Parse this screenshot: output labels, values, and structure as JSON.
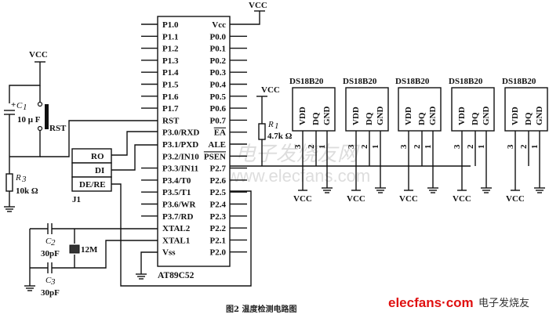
{
  "mcu": {
    "name": "AT89C52",
    "left_pins": [
      "P1.0",
      "P1.1",
      "P1.2",
      "P1.3",
      "P1.4",
      "P1.5",
      "P1.6",
      "P1.7",
      "RST",
      "P3.0/RXD",
      "P3.1/PXD",
      "P3.2/IN10",
      "P3.3/IN11",
      "P3.4/T0",
      "P3.5/T1",
      "P3.6/WR",
      "P3.7/RD",
      "XTAL2",
      "XTAL1",
      "Vss"
    ],
    "right_pins": [
      "Vcc",
      "P0.0",
      "P0.1",
      "P0.2",
      "P0.3",
      "P0.4",
      "P0.5",
      "P0.6",
      "P0.7",
      "EA",
      "ALE",
      "PSEN",
      "P2.7",
      "P2.6",
      "P2.5",
      "P2.4",
      "P2.3",
      "P2.2",
      "P2.1",
      "P2.0"
    ]
  },
  "power": {
    "vcc": "VCC"
  },
  "reset": {
    "c1_label": "C",
    "c1_sub": "1",
    "c1_plus": "+",
    "c1_value": "10 μ F",
    "switch_label": "RST",
    "r3_label": "R",
    "r3_sub": "3",
    "r3_value": "10k Ω"
  },
  "transceiver": {
    "name": "J1",
    "pins": [
      "RO",
      "DI",
      "DE/RE"
    ]
  },
  "pullup": {
    "r1_label": "R",
    "r1_sub": "1",
    "r1_value": "4.7k Ω"
  },
  "crystal": {
    "c2_label": "C",
    "c2_sub": "2",
    "c2_value": "30pF",
    "c3_label": "C",
    "c3_sub": "3",
    "c3_value": "30pF",
    "xtal_value": "12M"
  },
  "sensors": [
    {
      "name": "DS18B20",
      "pins": [
        "VDD",
        "DQ",
        "GND"
      ],
      "pin_numbers": [
        "3",
        "2",
        "1"
      ]
    },
    {
      "name": "DS18B20",
      "pins": [
        "VDD",
        "DQ",
        "GND"
      ],
      "pin_numbers": [
        "3",
        "2",
        "1"
      ]
    },
    {
      "name": "DS18B20",
      "pins": [
        "VDD",
        "DQ",
        "GND"
      ],
      "pin_numbers": [
        "3",
        "2",
        "1"
      ]
    },
    {
      "name": "DS18B20",
      "pins": [
        "VDD",
        "DQ",
        "GND"
      ],
      "pin_numbers": [
        "3",
        "2",
        "1"
      ]
    },
    {
      "name": "DS18B20",
      "pins": [
        "VDD",
        "DQ",
        "GND"
      ],
      "pin_numbers": [
        "3",
        "2",
        "1"
      ]
    }
  ],
  "caption": "图2   温度检测电路图",
  "watermark": {
    "brand": "elecfans·com",
    "brand_cn": "电子发烧友",
    "ghost_url": "www.elecfans.com",
    "ghost_cn": "电子发烧友网"
  }
}
